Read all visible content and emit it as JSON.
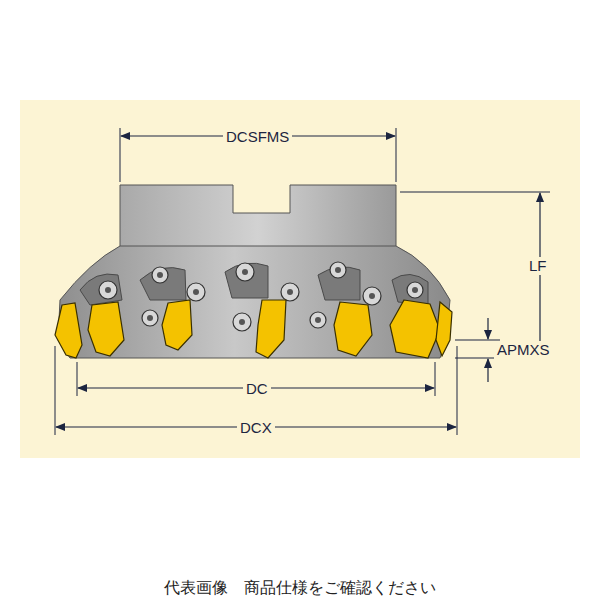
{
  "diagram": {
    "caption": "代表画像　商品仕様をご確認ください",
    "labels": [
      "DCSFMS",
      "LF",
      "APMXS",
      "DC",
      "DCX"
    ]
  }
}
